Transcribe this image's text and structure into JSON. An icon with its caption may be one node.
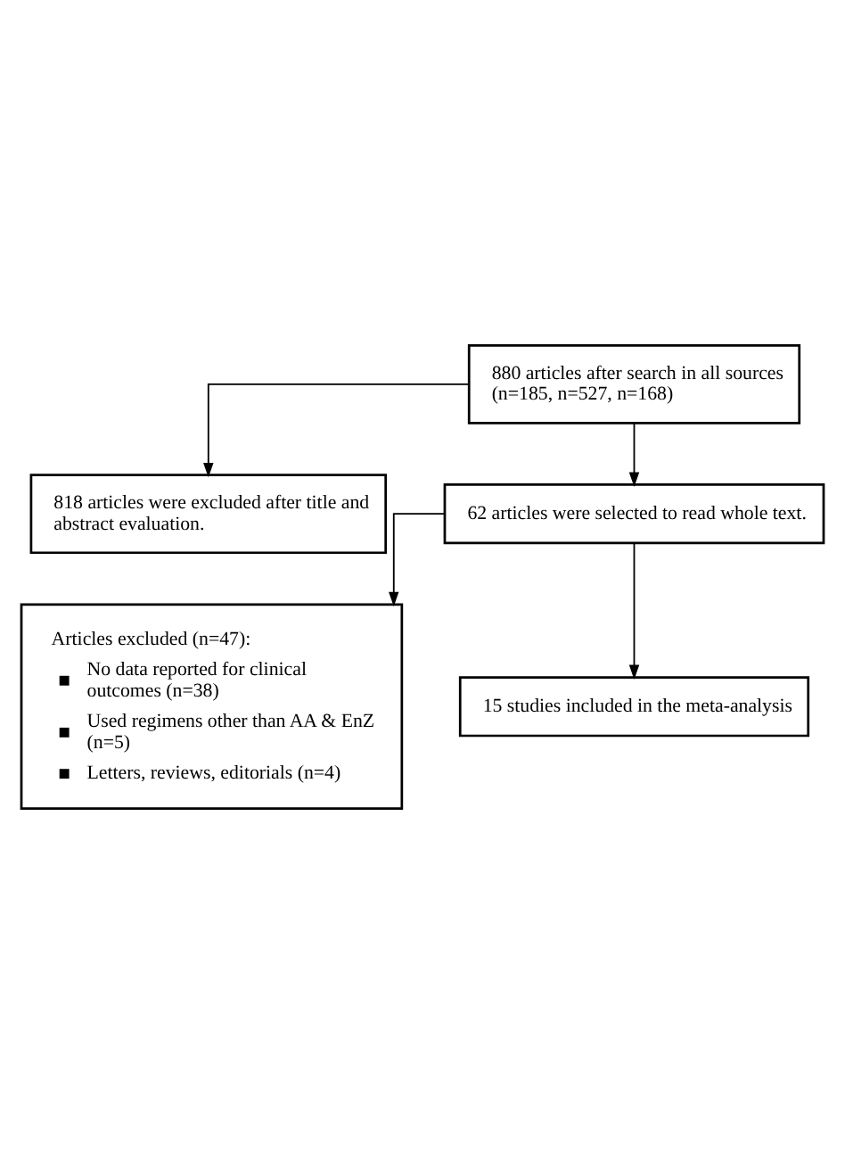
{
  "diagram": {
    "nodes": [
      {
        "text": [
          "880 articles after search in all sources (n=185, n=527, n=168)"
        ]
      },
      {
        "text": [
          "818 articles were excluded after title and abstract evaluation."
        ]
      },
      {
        "text": [
          "62 articles were selected to read whole text."
        ]
      },
      {
        "text": [
          "Articles excluded (n=47):",
          "No data reported for clinical outcomes (n=38)",
          "Used regimens other than AA & EnZ (n=5)",
          "Letters, reviews, editorials (n=4)"
        ]
      },
      {
        "text": [
          "15 studies included in the meta-analysis"
        ]
      }
    ],
    "edges": [
      {
        "from": 0,
        "to": 1,
        "arrow": "to"
      },
      {
        "from": 0,
        "to": 2,
        "arrow": "to"
      },
      {
        "from": 2,
        "to": 3,
        "arrow": "to"
      },
      {
        "from": 2,
        "to": 4,
        "arrow": "to"
      }
    ]
  }
}
